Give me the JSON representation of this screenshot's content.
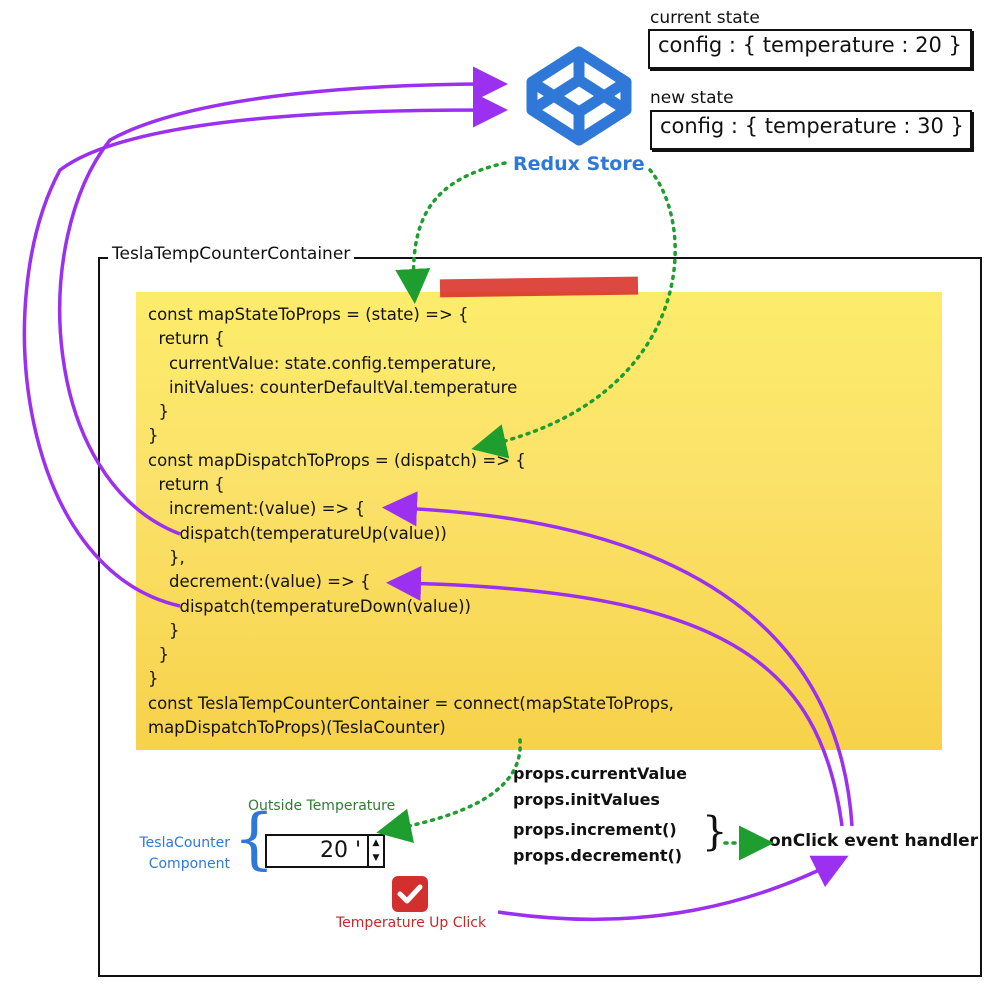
{
  "state": {
    "current_label": "current state",
    "current_value": "config : { temperature : 20 }",
    "new_label": "new state",
    "new_value": "config : { temperature : 30 }"
  },
  "store": {
    "label": "Redux Store"
  },
  "container": {
    "title": "TeslaTempCounterContainer"
  },
  "code": {
    "lines": [
      "const mapStateToProps = (state) => {",
      "  return {",
      "    currentValue: state.config.temperature,",
      "    initValues: counterDefaultVal.temperature",
      "  }",
      "}",
      "const mapDispatchToProps = (dispatch) => {",
      "  return {",
      "    increment:(value) => {",
      "      dispatch(temperatureUp(value))",
      "    },",
      "    decrement:(value) => {",
      "      dispatch(temperatureDown(value))",
      "    }",
      "  }",
      "}",
      "const TeslaTempCounterContainer = connect(mapStateToProps,",
      "mapDispatchToProps)(TeslaCounter)"
    ]
  },
  "props": {
    "current_value": "props.currentValue",
    "init_values": "props.initValues",
    "increment": "props.increment()",
    "decrement": "props.decrement()"
  },
  "event": {
    "label": "onClick event handler"
  },
  "component": {
    "outside_label": "Outside Temperature",
    "name_line1": "TeslaCounter",
    "name_line2": "Component",
    "spinner_value": "20 '",
    "click_label": "Temperature Up Click"
  },
  "colors": {
    "store_blue": "#2f78d8",
    "arrow_purple": "#9b30f0",
    "arrow_green": "#1e9e2e",
    "note_yellow": "#fbe26a",
    "tape_red": "#d9342b",
    "checkbox_red": "#d32f2f"
  },
  "icons": {
    "store": "codepen-cube-icon",
    "checkbox": "checkbox-checked-icon",
    "spinner_arrows": "spinner-up-down-icon"
  }
}
